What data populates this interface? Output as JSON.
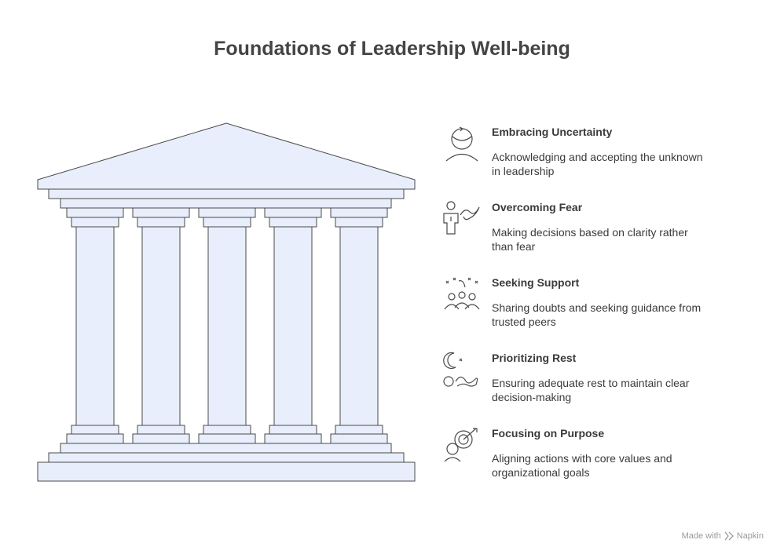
{
  "title": "Foundations of Leadership Well-being",
  "items": [
    {
      "heading": "Embracing Uncertainty",
      "description": "Acknowledging and accepting the unknown in leadership",
      "icon": "head-rotate-icon"
    },
    {
      "heading": "Overcoming Fear",
      "description": "Making decisions based on clarity rather than fear",
      "icon": "person-path-icon"
    },
    {
      "heading": "Seeking Support",
      "description": "Sharing doubts and seeking guidance from trusted peers",
      "icon": "group-support-icon"
    },
    {
      "heading": "Prioritizing Rest",
      "description": "Ensuring adequate rest to maintain clear decision-making",
      "icon": "moon-rest-icon"
    },
    {
      "heading": "Focusing on Purpose",
      "description": "Aligning actions with core values and organizational goals",
      "icon": "target-focus-icon"
    }
  ],
  "footer": {
    "prefix": "Made with",
    "brand": "Napkin"
  },
  "colors": {
    "temple_fill": "#e8eefb",
    "temple_stroke": "#4a4a4a",
    "text": "#3a3a3a"
  }
}
